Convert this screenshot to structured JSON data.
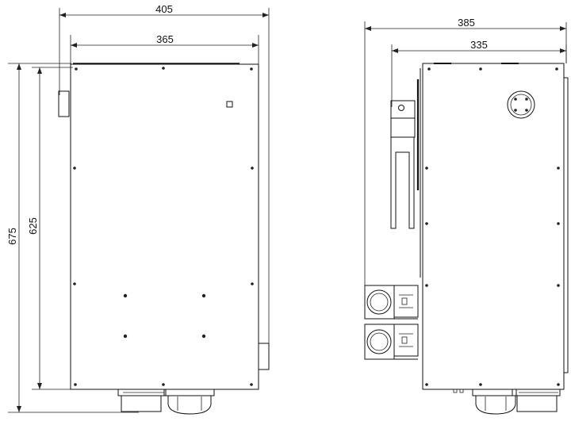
{
  "drawing": {
    "front_view": {
      "overall_width": "405",
      "body_width": "365",
      "overall_height": "675",
      "body_height": "625"
    },
    "side_view": {
      "overall_depth": "385",
      "body_depth": "335"
    }
  }
}
